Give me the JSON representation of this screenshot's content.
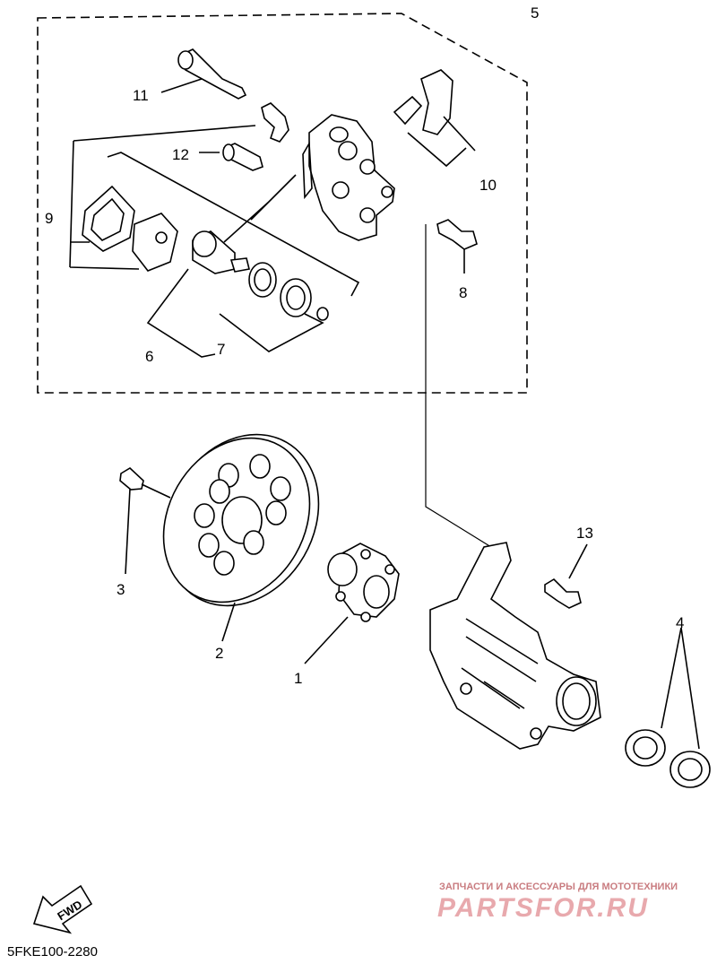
{
  "parts": [
    {
      "id": "1",
      "label": "1"
    },
    {
      "id": "2",
      "label": "2"
    },
    {
      "id": "3",
      "label": "3"
    },
    {
      "id": "4",
      "label": "4"
    },
    {
      "id": "5",
      "label": "5"
    },
    {
      "id": "6",
      "label": "6"
    },
    {
      "id": "7",
      "label": "7"
    },
    {
      "id": "8",
      "label": "8"
    },
    {
      "id": "9",
      "label": "9"
    },
    {
      "id": "10",
      "label": "10"
    },
    {
      "id": "11",
      "label": "11"
    },
    {
      "id": "12",
      "label": "12"
    },
    {
      "id": "13",
      "label": "13"
    }
  ],
  "diagram_code": "5FKE100-2280",
  "direction_label": "FWD",
  "watermark": {
    "tagline": "ЗАПЧАСТИ И АКСЕССУАРЫ ДЛЯ МОТОТЕХНИКИ",
    "logo": "PARTSFOR.RU",
    "color": "#e8a9ad"
  }
}
